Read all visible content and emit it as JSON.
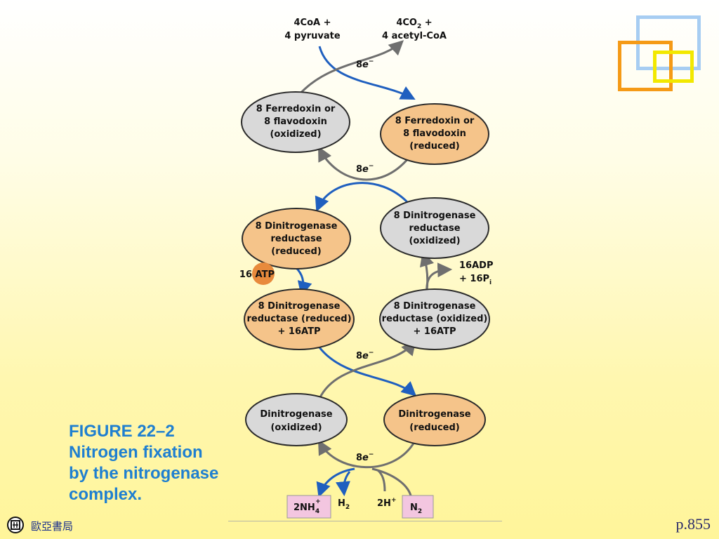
{
  "diagram": {
    "inputs": {
      "left": [
        "4CoA +",
        "4 pyruvate"
      ],
      "right_top": "4CO",
      "right_top_sub": "2",
      "right_top_tail": " +",
      "right_bottom": "4 acetyl-CoA"
    },
    "electrons": {
      "e1": "8",
      "e2": "8",
      "e3": "8",
      "e4": "8",
      "e_symbol": "e",
      "e_charge": "−"
    },
    "ferredoxin_oxidized": [
      "8 Ferredoxin or",
      "8 flavodoxin",
      "(oxidized)"
    ],
    "ferredoxin_reduced": [
      "8 Ferredoxin or",
      "8 flavodoxin",
      "(reduced)"
    ],
    "reductase_reduced": [
      "8 Dinitrogenase",
      "reductase",
      "(reduced)"
    ],
    "reductase_oxidized": [
      "8 Dinitrogenase",
      "reductase",
      "(oxidized)"
    ],
    "reductase_reduced_atp": [
      "8 Dinitrogenase",
      "reductase (reduced)",
      "+ 16ATP"
    ],
    "reductase_oxidized_atp": [
      "8 Dinitrogenase",
      "reductase (oxidized)",
      "+ 16ATP"
    ],
    "atp_in": "16 ATP",
    "adp_out": {
      "line1": "16ADP",
      "line2": "+ 16P",
      "line2_sub": "i"
    },
    "dinitrogenase_oxidized": [
      "Dinitrogenase",
      "(oxidized)"
    ],
    "dinitrogenase_reduced": [
      "Dinitrogenase",
      "(reduced)"
    ],
    "products": {
      "nh4": "2NH",
      "nh4_sub": "4",
      "nh4_sup": "+",
      "h2": "H",
      "h2_sub": "2",
      "hplus": "2H",
      "hplus_sup": "+",
      "n2": "N",
      "n2_sub": "2"
    }
  },
  "caption": {
    "line1": "FIGURE 22–2",
    "line2": "Nitrogen fixation",
    "line3": "by the nitrogenase",
    "line4": "complex."
  },
  "footer": {
    "publisher": "歐亞書局",
    "page": "p.855"
  },
  "colors": {
    "oxidized_fill": "#d9d9d9",
    "reduced_fill": "#f5c48a",
    "atp_fill": "#e88a3c",
    "blue_arrow": "#1f5fbf",
    "gray_arrow": "#6f6f6f",
    "product_box": "#f3c6e0",
    "caption": "#1f7fd0",
    "deco_blue": "#a7cdf2",
    "deco_orange": "#f59a16",
    "deco_yellow": "#f2e800"
  }
}
